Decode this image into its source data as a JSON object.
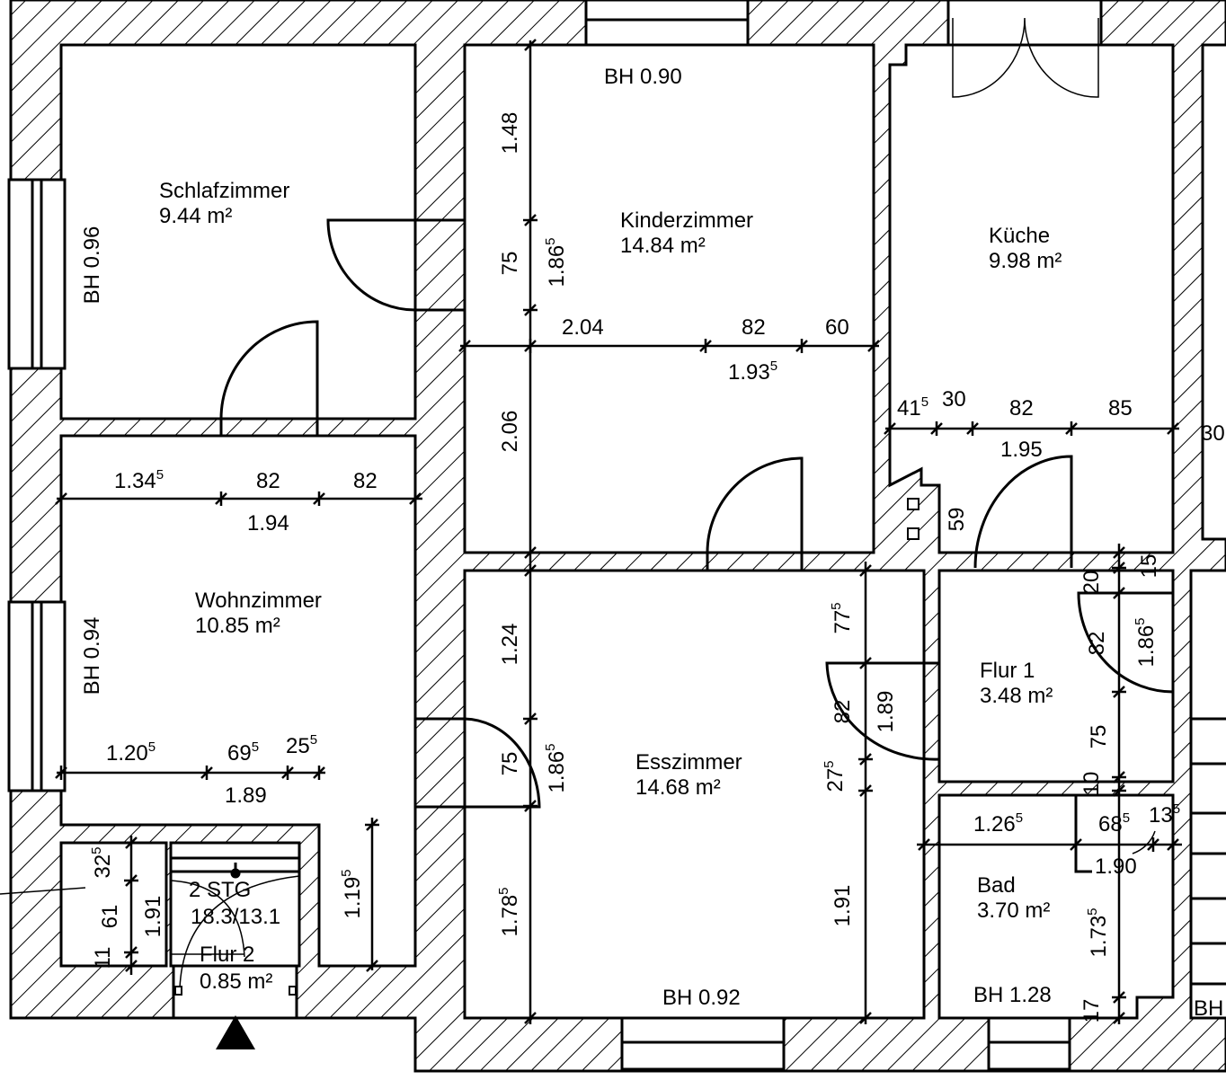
{
  "plan": {
    "rooms": [
      {
        "name": "Schlafzimmer",
        "area": "9.44 m²"
      },
      {
        "name": "Kinderzimmer",
        "area": "14.84 m²"
      },
      {
        "name": "Küche",
        "area": "9.98 m²"
      },
      {
        "name": "Wohnzimmer",
        "area": "10.85 m²"
      },
      {
        "name": "Esszimmer",
        "area": "14.68 m²"
      },
      {
        "name": "Flur 1",
        "area": "3.48 m²"
      },
      {
        "name": "Bad",
        "area": "3.70 m²"
      },
      {
        "name": "Flur 2",
        "area": "0.85 m²"
      }
    ],
    "stair": {
      "label": "2 STG",
      "ratio": "18.3/13.1"
    },
    "sill_heights": [
      "BH 0.90",
      "BH 0.96",
      "BH 0.94",
      "BH 0.92",
      "BH 1.28",
      "BH"
    ],
    "dims": {
      "k1": {
        "t": "2.04"
      },
      "k2": {
        "t": "82"
      },
      "k3": {
        "t": "60"
      },
      "k4": {
        "t": "1.93",
        "s": "5"
      },
      "u1": {
        "t": "41",
        "s": "5"
      },
      "u2": {
        "t": "30"
      },
      "u3": {
        "t": "82"
      },
      "u4": {
        "t": "85"
      },
      "u5": {
        "t": "1.95"
      },
      "u6": {
        "t": "30"
      },
      "w1": {
        "t": "1.34",
        "s": "5"
      },
      "w2": {
        "t": "82"
      },
      "w3": {
        "t": "82"
      },
      "w4": {
        "t": "1.94"
      },
      "f1": {
        "t": "1.20",
        "s": "5"
      },
      "f2": {
        "t": "69",
        "s": "5"
      },
      "f3": {
        "t": "25",
        "s": "5"
      },
      "f4": {
        "t": "1.89"
      },
      "b1": {
        "t": "1.26",
        "s": "5"
      },
      "b2": {
        "t": "68",
        "s": "5"
      },
      "b3": {
        "t": "13",
        "s": "5"
      },
      "b4": {
        "t": "1.90"
      },
      "v1": {
        "t": "1.48"
      },
      "v2": {
        "t": "75"
      },
      "v3": {
        "t": "1.86",
        "s": "5"
      },
      "v4": {
        "t": "2.06"
      },
      "v5": {
        "t": "59"
      },
      "v6": {
        "t": "1.24"
      },
      "v7": {
        "t": "75"
      },
      "v8": {
        "t": "1.86",
        "s": "5"
      },
      "v9": {
        "t": "1.78",
        "s": "5"
      },
      "e1": {
        "t": "77",
        "s": "5"
      },
      "e2": {
        "t": "82"
      },
      "e3": {
        "t": "1.89"
      },
      "e4": {
        "t": "27",
        "s": "5"
      },
      "e5": {
        "t": "1.91"
      },
      "r1": {
        "t": "20"
      },
      "r2": {
        "t": "15"
      },
      "r3": {
        "t": "82"
      },
      "r4": {
        "t": "1.86",
        "s": "5"
      },
      "r5": {
        "t": "75"
      },
      "r6": {
        "t": "10"
      },
      "r7": {
        "t": "1.73",
        "s": "5"
      },
      "r8": {
        "t": "17"
      },
      "s1": {
        "t": "32",
        "s": "5"
      },
      "s2": {
        "t": "61"
      },
      "s3": {
        "t": "1.91"
      },
      "s4": {
        "t": "11"
      },
      "s5": {
        "t": "1.19",
        "s": "5"
      }
    }
  }
}
